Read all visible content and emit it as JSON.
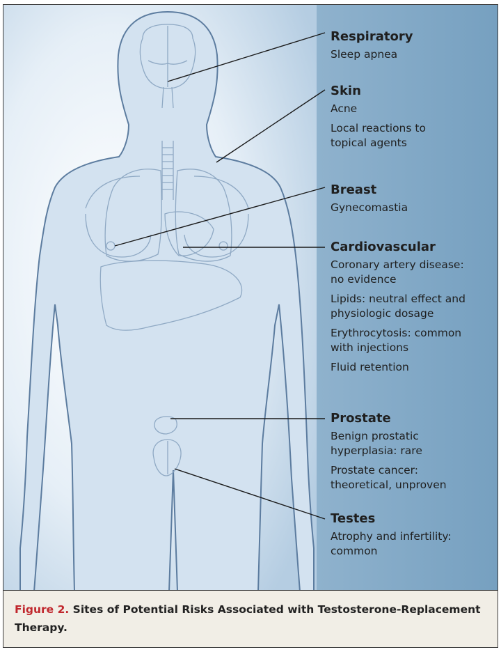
{
  "caption": {
    "label": "Figure 2.",
    "text": "Sites of Potential Risks Associated with Testosterone-Replacement Therapy."
  },
  "sites": [
    {
      "key": "respiratory",
      "heading": "Respiratory",
      "items": [
        "Sleep apnea"
      ]
    },
    {
      "key": "skin",
      "heading": "Skin",
      "items": [
        "Acne",
        "Local reactions to\ntopical agents"
      ]
    },
    {
      "key": "breast",
      "heading": "Breast",
      "items": [
        "Gynecomastia"
      ]
    },
    {
      "key": "cardiovascular",
      "heading": "Cardiovascular",
      "items": [
        "Coronary artery disease:\nno evidence",
        "Lipids: neutral effect and\nphysiologic dosage",
        "Erythrocytosis: common\nwith injections",
        "Fluid retention"
      ]
    },
    {
      "key": "prostate",
      "heading": "Prostate",
      "items": [
        "Benign prostatic\nhyperplasia: rare",
        "Prostate cancer:\ntheoretical, unproven"
      ]
    },
    {
      "key": "testes",
      "heading": "Testes",
      "items": [
        "Atrophy and infertility:\ncommon"
      ]
    }
  ],
  "colors": {
    "panel_blue": "#7fa6c4",
    "body_fill": "#d3e2f0",
    "body_stroke": "#5c7c9f",
    "caption_label": "#c0272d",
    "caption_bg": "#f1eee6"
  }
}
